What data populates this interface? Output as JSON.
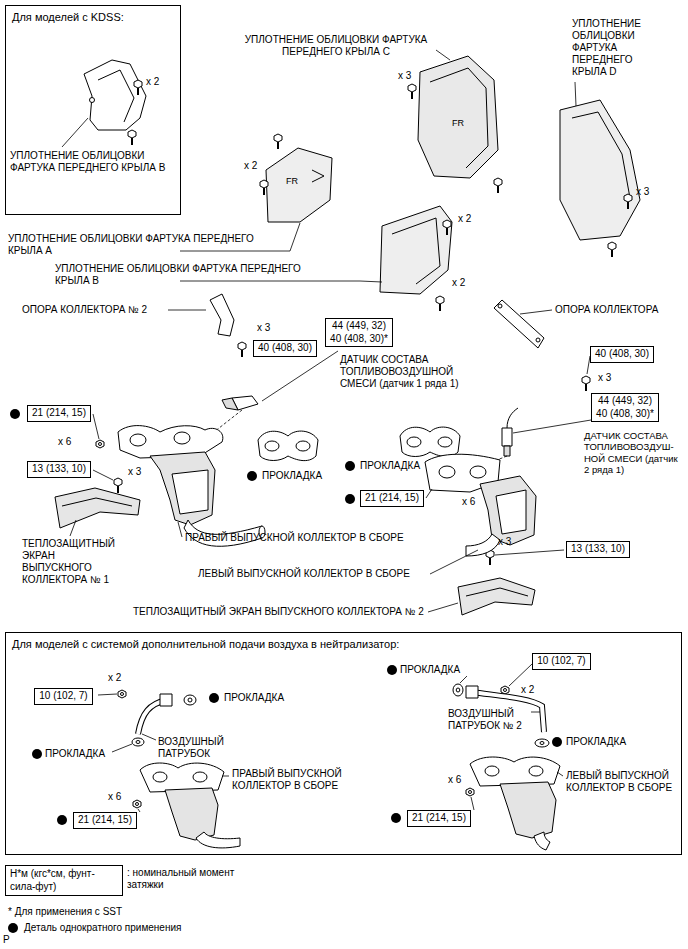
{
  "diagram": {
    "nodes": [
      {
        "text": [
          "Для моделей с KDSS:"
        ]
      },
      {
        "text": [
          "44 (449, 32)",
          "40 (408, 30)*"
        ]
      },
      {
        "text": [
          "44 (449, 32)",
          "40 (408, 30)*"
        ]
      },
      {
        "text": [
          "40 (408, 30)"
        ]
      },
      {
        "text": [
          "40 (408, 30)"
        ]
      },
      {
        "text": [
          "21 (214, 15)"
        ]
      },
      {
        "text": [
          "13 (133, 10)"
        ]
      },
      {
        "text": [
          "21 (214, 15)"
        ]
      },
      {
        "text": [
          "13 (133, 10)"
        ]
      },
      {
        "text": [
          "Для моделей с системой дополнительной подачи воздуха в нейтрализатор:"
        ]
      },
      {
        "text": [
          "10 (102, 7)"
        ],
        "in": 9
      },
      {
        "text": [
          "21 (214, 15)"
        ],
        "in": 9
      },
      {
        "text": [
          "10 (102, 7)"
        ],
        "in": 9
      },
      {
        "text": [
          "21 (214, 15)"
        ],
        "in": 9
      },
      {
        "text": [
          "Н*м (кгс*см, фунт-сила-фут)"
        ]
      }
    ],
    "labels": [
      "УПЛОТНЕНИЕ ОБЛИЦОВКИ ФАРТУКА ПЕРЕДНЕГО КРЫЛА B",
      "x 2",
      "УПЛОТНЕНИЕ ОБЛИЦОВКИ ФАРТУКА ПЕРЕДНЕГО КРЫЛА C",
      "x 3",
      "УПЛОТНЕНИЕ ОБЛИЦОВКИ ФАРТУКА ПЕРЕДНЕГО КРЫЛА D",
      "x 3",
      "x 2",
      "УПЛОТНЕНИЕ ОБЛИЦОВКИ ФАРТУКА ПЕРЕДНЕГО КРЫЛА A",
      "x 2",
      "x 2",
      "УПЛОТНЕНИЕ ОБЛИЦОВКИ ФАРТУКА ПЕРЕДНЕГО КРЫЛА B",
      "ОПОРА КОЛЛЕКТОРА № 2",
      "ОПОРА КОЛЛЕКТОРА",
      "x 3",
      "ДАТЧИК СОСТАВА ТОПЛИВОВОЗДУШНОЙ СМЕСИ (датчик 1 ряда 1)",
      "x 3",
      "ДАТЧИК СОСТАВА ТОПЛИВОВОЗДУШ- НОЙ СМЕСИ (датчик 2 ряда 1)",
      "x 6",
      "ПРОКЛАДКА",
      "ПРОКЛАДКА",
      "x 3",
      "x 6",
      "ТЕПЛОЗАЩИТНЫЙ ЭКРАН ВЫПУСКНОГО КОЛЛЕКТОРА № 1",
      "ПРАВЫЙ ВЫПУСКНОЙ КОЛЛЕКТОР В СБОРЕ",
      "x 3",
      "ЛЕВЫЙ ВЫПУСКНОЙ КОЛЛЕКТОР В СБОРЕ",
      "ТЕПЛОЗАЩИТНЫЙ ЭКРАН ВЫПУСКНОГО КОЛЛЕКТОРА № 2",
      "FR",
      "FR",
      "ПРОКЛАДКА",
      "x 2",
      "ПРОКЛАДКА",
      "x 2",
      "ВОЗДУШНЫЙ ПАТРУБОК № 2",
      "ПРОКЛАДКА",
      "ВОЗДУШНЫЙ ПАТРУБОК",
      "ПРОКЛАДКА",
      "ПРАВЫЙ ВЫПУСКНОЙ КОЛЛЕКТОР В СБОРЕ",
      "ЛЕВЫЙ ВЫПУСКНОЙ КОЛЛЕКТОР В СБОРЕ",
      "x 6",
      "x 6",
      "* Для применения с SST",
      "P"
    ],
    "legend": [
      {
        "text": ": номинальный момент затяжки"
      },
      {
        "text": "Деталь однократного применения"
      }
    ]
  }
}
